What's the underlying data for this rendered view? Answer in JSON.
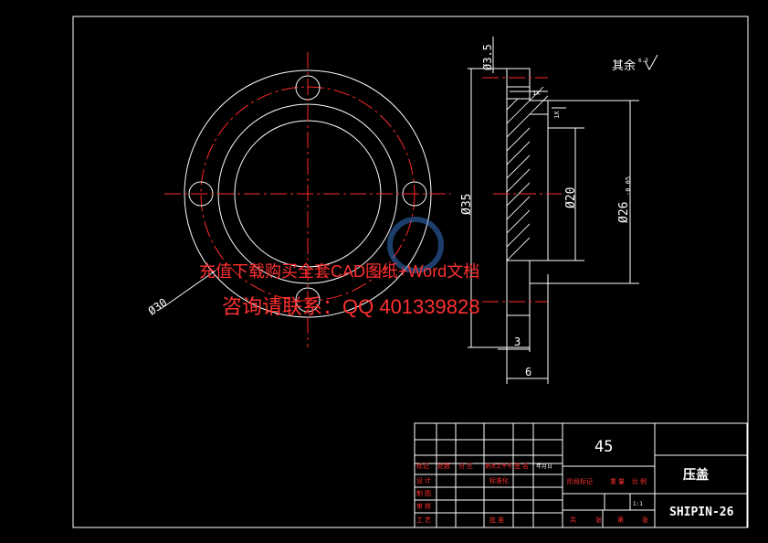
{
  "drawing": {
    "roughness_note": "其余",
    "roughness_value": "6.3",
    "dims": {
      "d_hole": "Ø3.5",
      "d_outer": "Ø35",
      "d_bore": "Ø20",
      "d_spigot": "Ø26",
      "d_spigot_tol": "-0.05",
      "d_pcd": "Ø30",
      "step_small": "3",
      "width": "6",
      "chamfer1": "1X",
      "chamfer2": "1X"
    },
    "watermark": {
      "line1": "充值下载购买全套CAD图纸+Word文档",
      "line2": "咨询请联系：QQ 401339828"
    }
  },
  "title_block": {
    "material": "45",
    "part_name": "压盖",
    "drawing_no": "SHIPIN-26",
    "scale": "1:1",
    "labels": {
      "mark": "标记",
      "count": "处数",
      "zone": "分 区",
      "change_doc": "更改文件号",
      "sign": "签 名",
      "date": "年月日",
      "design": "设 计",
      "standardize": "标准化",
      "draw": "制 图",
      "review": "审 核",
      "process": "工 艺",
      "approve": "批 准",
      "stage_mark": "阶段标记",
      "weight": "重 量",
      "ratio": "比 例",
      "total": "共",
      "sheet_of": "张",
      "page": "第",
      "sheet": "张"
    }
  }
}
